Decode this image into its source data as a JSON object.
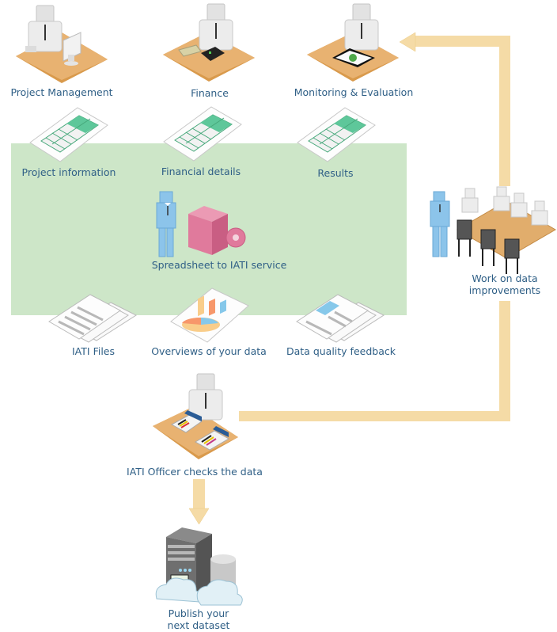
{
  "diagram": {
    "roles": [
      {
        "id": "project-management",
        "label": "Project Management",
        "icon": "person-at-desk-with-monitor"
      },
      {
        "id": "finance",
        "label": "Finance",
        "icon": "person-at-desk-with-money-calculator"
      },
      {
        "id": "monitoring-evaluation",
        "label": "Monitoring & Evaluation",
        "icon": "person-at-desk-with-tablet"
      }
    ],
    "spreadsheets": [
      {
        "id": "project-information",
        "label": "Project information",
        "icon": "spreadsheet-icon"
      },
      {
        "id": "financial-details",
        "label": "Financial details",
        "icon": "spreadsheet-icon"
      },
      {
        "id": "results",
        "label": "Results",
        "icon": "spreadsheet-icon"
      }
    ],
    "service": {
      "label": "Spreadsheet to IATI service",
      "icon": "person-with-cube-gear"
    },
    "outputs": [
      {
        "id": "iati-files",
        "label": "IATI Files",
        "icon": "document-stack-icon"
      },
      {
        "id": "overviews",
        "label": "Overviews of your data",
        "icon": "chart-document-icon"
      },
      {
        "id": "data-quality-feedback",
        "label": "Data quality feedback",
        "icon": "feedback-document-stack-icon"
      }
    ],
    "meeting": {
      "label_line1": "Work on data",
      "label_line2": "improvements",
      "icon": "meeting-table-icon"
    },
    "officer": {
      "label": "IATI Officer checks the data",
      "icon": "person-at-desk-with-reports"
    },
    "publish": {
      "label_line1": "Publish your",
      "label_line2": "next dataset",
      "icon": "server-cloud-icon"
    },
    "colors": {
      "label_text": "#2f5f86",
      "zone_fill": "#cde6c8",
      "arrow_fill": "#f5dba6",
      "desk": "#dba25a",
      "spreadsheet_green": "#5ec79a",
      "person_blue": "#8cc4ea",
      "cube_pink": "#e07a9c"
    }
  }
}
